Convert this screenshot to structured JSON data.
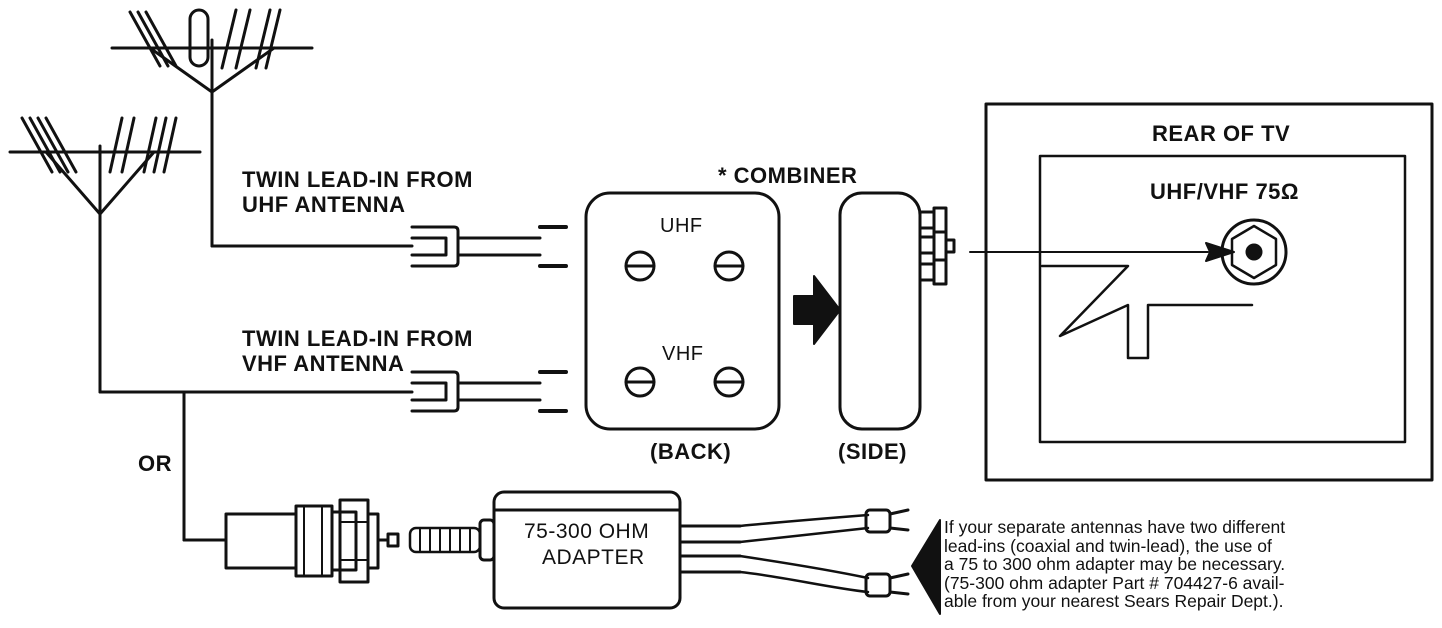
{
  "uhf_lead_label": [
    "TWIN LEAD-IN FROM",
    "UHF ANTENNA"
  ],
  "vhf_lead_label": [
    "TWIN LEAD-IN FROM",
    "VHF ANTENNA"
  ],
  "combiner": {
    "title": "* COMBINER",
    "uhf": "UHF",
    "vhf": "VHF",
    "back_caption": "(BACK)",
    "side_caption": "(SIDE)"
  },
  "tv": {
    "title": "REAR OF TV",
    "input": "UHF/VHF 75Ω"
  },
  "or_label": "OR",
  "adapter": [
    "75-300 OHM",
    "ADAPTER"
  ],
  "note": [
    "If your separate antennas have two different",
    "lead-ins (coaxial and twin-lead), the use of",
    "a 75 to 300 ohm adapter may be necessary.",
    "(75-300 ohm adapter Part # 704427-6 avail-",
    "able from your nearest Sears Repair Dept.)."
  ]
}
